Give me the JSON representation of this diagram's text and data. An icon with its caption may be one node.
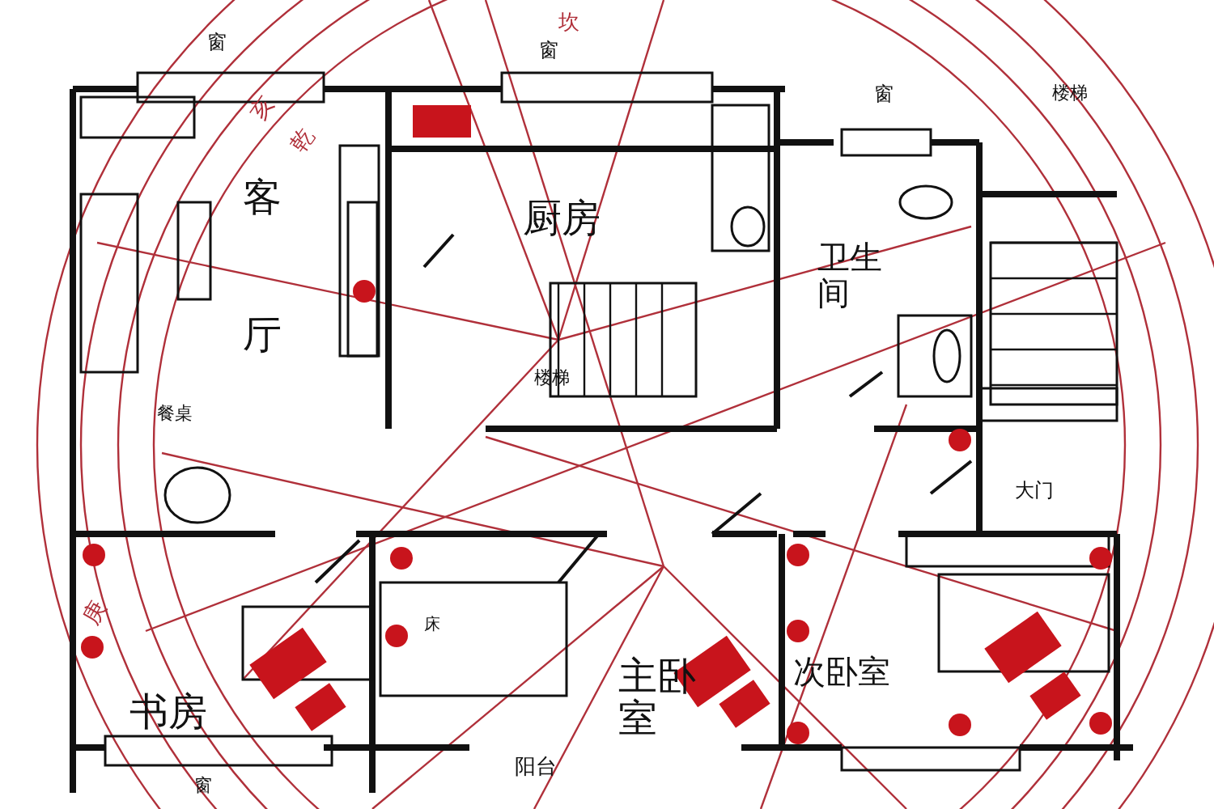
{
  "diagram": {
    "labels": [
      "坎",
      "窗",
      "窗",
      "窗",
      "楼梯",
      "亥",
      "乾",
      "客",
      "厨房",
      "卫生间",
      "厅",
      "楼梯",
      "餐桌",
      "大门",
      "床",
      "主卧室",
      "次卧室",
      "书房",
      "庚",
      "阳台",
      "窗"
    ]
  }
}
